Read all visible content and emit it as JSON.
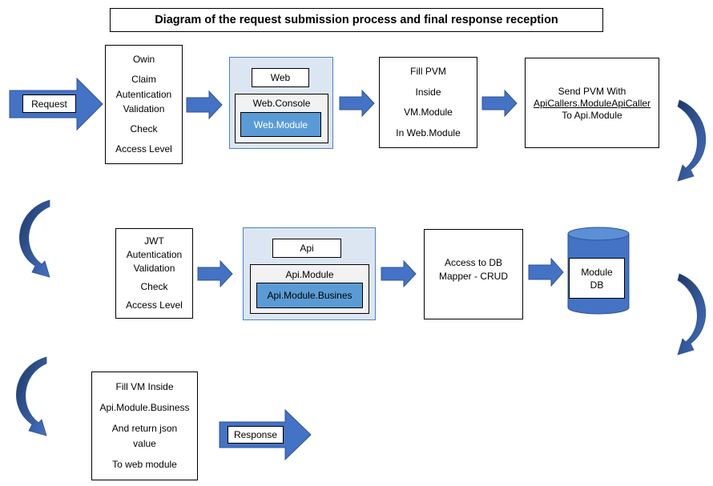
{
  "title": "Diagram of the request submission process and final response reception",
  "request_label": "Request",
  "response_label": "Response",
  "row1": {
    "owin_box": [
      "Owin",
      "Claim",
      "Autentication",
      "Validation",
      "Check",
      "Access Level"
    ],
    "web_panel": {
      "label": "Web",
      "console": "Web.Console",
      "module": "Web.Module"
    },
    "fill_pvm": [
      "Fill PVM",
      "Inside",
      "VM.Module",
      "In Web.Module"
    ],
    "send_pvm": {
      "line1": "Send PVM With",
      "line2": "ApiCallers.ModuleApiCaller",
      "line3": "To Api.Module"
    }
  },
  "row2": {
    "jwt_box": [
      "JWT",
      "Autentication",
      "Validation",
      "Check",
      "Access Level"
    ],
    "api_panel": {
      "label": "Api",
      "module": "Api.Module",
      "business": "Api.Module.Busines"
    },
    "db_access": [
      "Access to DB",
      "Mapper - CRUD"
    ],
    "db": {
      "line1": "Module",
      "line2": "DB"
    }
  },
  "row3": {
    "fill_vm": [
      "Fill VM Inside",
      "Api.Module.Business",
      "And return json",
      "value",
      "To web module"
    ]
  },
  "colors": {
    "arrow_fill": "#4472c4",
    "arrow_stroke": "#2f5597",
    "panel_bg": "#dce6f2",
    "module_bg": "#5b9bd5",
    "db_bg": "#4472c4"
  }
}
